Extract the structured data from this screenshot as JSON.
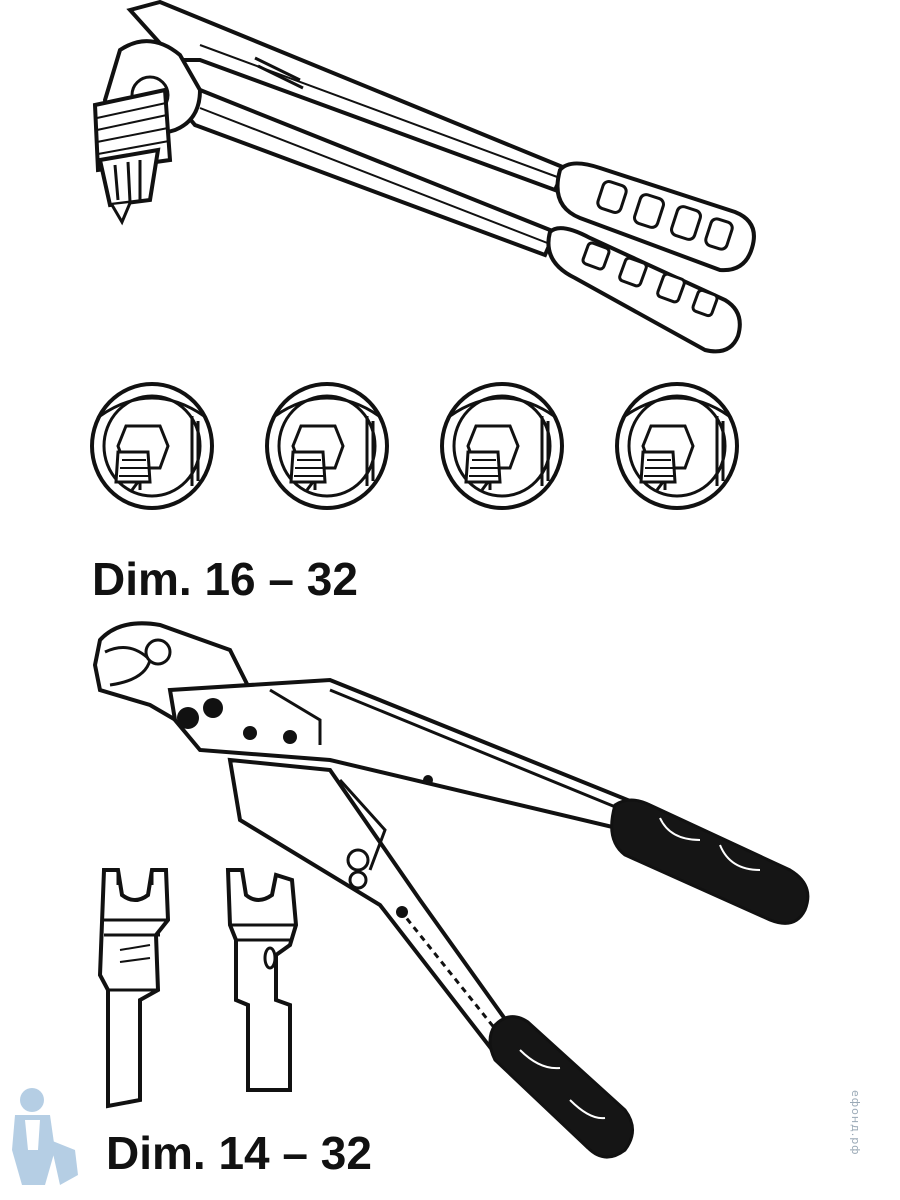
{
  "labels": {
    "upper_set": "Dim. 16 – 32",
    "lower_set": "Dim. 14 – 32"
  },
  "watermark": "ефонд.рф",
  "colors": {
    "ink": "#111111",
    "handle_dark": "#151515",
    "mascot": "#7aa7cf"
  },
  "icons": [
    "expander-tool",
    "expander-head",
    "crimping-pliers",
    "pliers-jaw-insert",
    "plumber-mascot"
  ]
}
